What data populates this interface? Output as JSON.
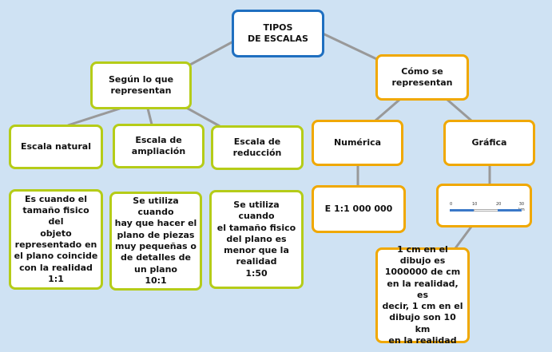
{
  "root": {
    "text": "TIPOS\nDE ESCALAS"
  },
  "left": {
    "text": "Según lo que\nrepresentan",
    "children": [
      {
        "title": "Escala natural",
        "desc": "Es cuando el\ntamaño fisico del\nobjeto\nrepresentado en\nel plano coincide\ncon la realidad\n1:1"
      },
      {
        "title": "Escala de\nampliación",
        "desc": "Se utiliza cuando\nhay que hacer el\nplano de piezas\nmuy pequeñas o\nde detalles de\nun plano\n10:1"
      },
      {
        "title": "Escala de\nreducción",
        "desc": "Se utiliza cuando\nel tamaño fisico\ndel plano es\nmenor que la\nrealidad\n1:50"
      }
    ]
  },
  "right": {
    "text": "Cómo se\nrepresentan",
    "numeric": {
      "title": "Numérica",
      "example": "E  1:1 000 000"
    },
    "graphic": {
      "title": "Gráfica",
      "scale_labels": [
        "0",
        "10",
        "20",
        "30 km"
      ],
      "explanation": "1 cm en el\ndibujo es\n1000000 de cm\nen la realidad, es\ndecir, 1 cm en el\ndibujo son 10 km\nen la realidad"
    }
  },
  "colors": {
    "root": "#1f6fc0",
    "left": "#b5cc18",
    "right": "#f0a800",
    "connector": "#999999"
  }
}
